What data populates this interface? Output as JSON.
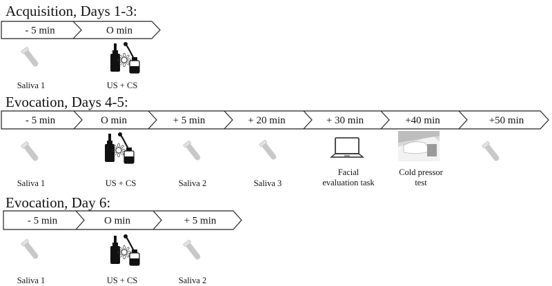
{
  "sections": [
    {
      "title": "Acquisition, Days 1-3:",
      "timeline": [
        "- 5 min",
        "O min"
      ],
      "events": [
        {
          "icon": "saliva-tube-icon",
          "label": "Saliva 1"
        },
        {
          "icon": "nasal-spray-and-dropper-bottle-icon",
          "label": "US + CS"
        }
      ]
    },
    {
      "title": "Evocation, Days 4-5:",
      "timeline": [
        "- 5 min",
        "O min",
        "+ 5 min",
        "+ 20 min",
        "+ 30 min",
        "+40 min",
        "+50 min"
      ],
      "events": [
        {
          "icon": "saliva-tube-icon",
          "label": "Saliva 1"
        },
        {
          "icon": "nasal-spray-and-dropper-bottle-icon",
          "label": "US + CS"
        },
        {
          "icon": "saliva-tube-icon",
          "label": "Saliva 2"
        },
        {
          "icon": "saliva-tube-icon",
          "label": "Saliva 3"
        },
        {
          "icon": "laptop-icon",
          "label": "Facial\nevaluation task"
        },
        {
          "icon": "cold-water-basin-photo",
          "label": "Cold pressor\ntest"
        },
        {
          "icon": "saliva-tube-icon",
          "label": ""
        }
      ]
    },
    {
      "title": "Evocation, Day 6:",
      "timeline": [
        "- 5 min",
        "O min",
        "+ 5 min"
      ],
      "events": [
        {
          "icon": "saliva-tube-icon",
          "label": "Saliva 1"
        },
        {
          "icon": "nasal-spray-and-dropper-bottle-icon",
          "label": "US + CS"
        },
        {
          "icon": "saliva-tube-icon",
          "label": "Saliva 2"
        }
      ]
    }
  ],
  "colors": {
    "line": "#222222",
    "tube": "#c8c8c8",
    "bottle": "#111111",
    "photo": "#d8d8d8"
  }
}
